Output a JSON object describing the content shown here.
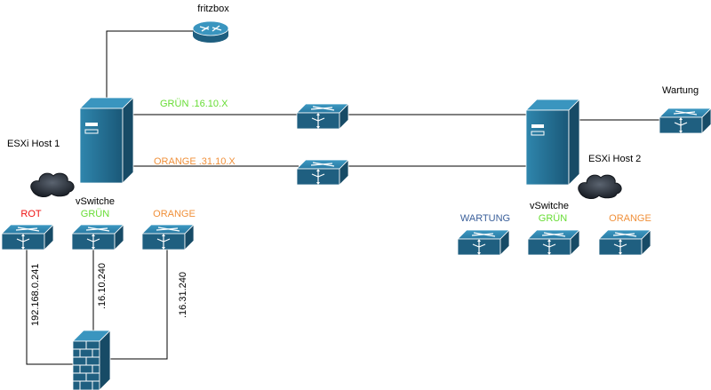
{
  "colors": {
    "gruen": "#66dd33",
    "orange": "#f0903a",
    "rot": "#ee1111",
    "wartung": "#3a5f9a",
    "device_dark": "#1f5f80",
    "device_light": "#2f86ad",
    "line": "#000000"
  },
  "devices": {
    "router": {
      "label": "fritzbox",
      "icon": "router-icon"
    },
    "host1": {
      "label": "ESXi Host 1",
      "icon": "server-icon"
    },
    "host2": {
      "label": "ESXi Host 2",
      "icon": "server-icon"
    },
    "wartung_switch": {
      "label": "Wartung",
      "icon": "switch-icon"
    },
    "firewall": {
      "icon": "firewall-icon"
    }
  },
  "links": {
    "gruen": "GRÜN .16.10.X",
    "orange": "ORANGE .31.10.X"
  },
  "host1_vswitches": {
    "heading": "vSwitche",
    "rot": "ROT",
    "gruen": "GRÜN",
    "orange": "ORANGE"
  },
  "host2_vswitches": {
    "heading": "vSwitche",
    "wartung": "WARTUNG",
    "gruen": "GRÜN",
    "orange": "ORANGE"
  },
  "ip_addresses": {
    "rot": "192.168.0.241",
    "gruen": ".16.10.240",
    "orange": ".16.31.240"
  }
}
